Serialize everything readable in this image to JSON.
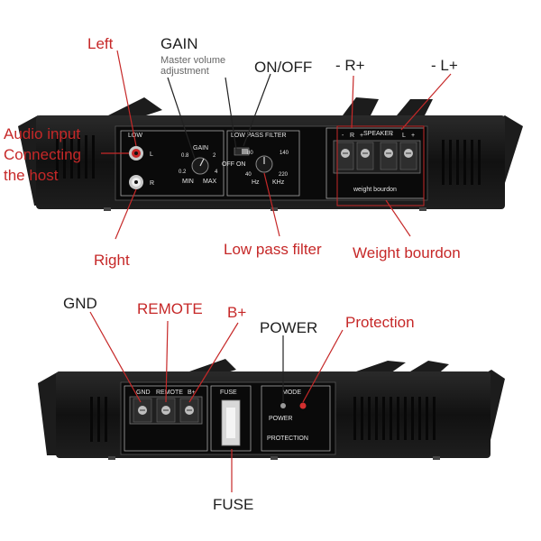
{
  "top_amp": {
    "labels": {
      "left": "Left",
      "gain": "GAIN",
      "gain_note_line1": "Master volume",
      "gain_note_line2": "adjustment",
      "on_off": "ON/OFF",
      "r_plus": "- R+",
      "l_plus": "- L+",
      "audio_input_line1": "Audio input",
      "audio_input_line2": "Connecting",
      "audio_input_line3": "the host",
      "right": "Right",
      "low_pass_filter": "Low pass filter",
      "weight_bourdon": "Weight bourdon"
    },
    "panel": {
      "low": "LOW",
      "l": "L",
      "r": "R",
      "gain": "GAIN",
      "gain_min": "MIN",
      "gain_max": "MAX",
      "g08": "0.8",
      "g02": "0.2",
      "g2": "2",
      "g4": "4",
      "lpf_title": "LOW PASS FILTER",
      "off_on": "OFF ON",
      "f80": "80",
      "f140": "140",
      "f40": "40",
      "f220": "220",
      "hz": "Hz",
      "khz": "KHz",
      "speaker": "SPEAKER",
      "sp_r_minus": "-",
      "sp_r": "R",
      "sp_r_plus": "+",
      "sp_l_minus": "-",
      "sp_l": "L",
      "sp_l_plus": "+",
      "weight_bourdon": "weight bourdon"
    }
  },
  "bottom_amp": {
    "labels": {
      "gnd": "GND",
      "remote": "REMOTE",
      "b_plus": "B+",
      "power": "POWER",
      "protection": "Protection",
      "fuse": "FUSE"
    },
    "panel": {
      "gnd": "GND",
      "remote": "REMOTE",
      "b_plus": "B+",
      "fuse": "FUSE",
      "mode": "MODE",
      "power": "POWER",
      "protection": "PROTECTION"
    }
  },
  "colors": {
    "label_red": "#c62828",
    "label_dark": "#1e1e1e",
    "chassis": "#141414",
    "panel": "#0c0c0c",
    "led_red": "#d32f2f"
  }
}
